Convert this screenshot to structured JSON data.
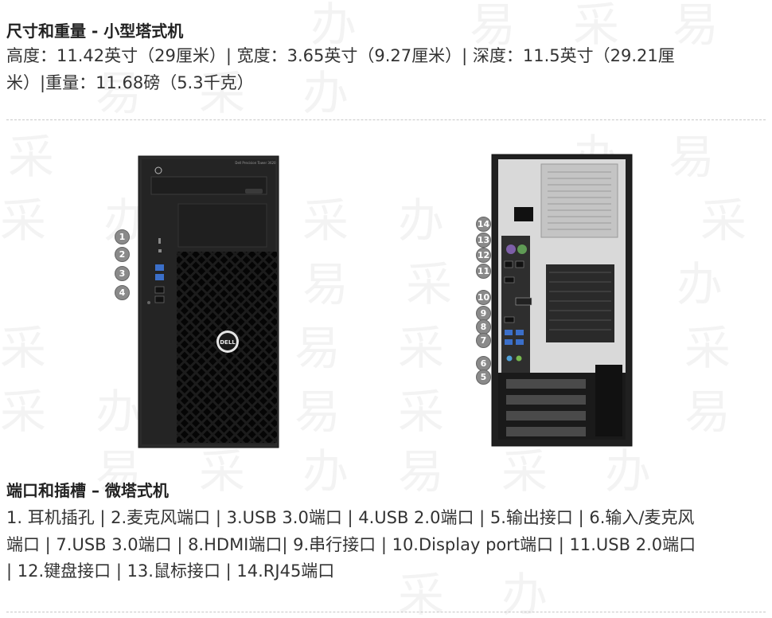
{
  "watermark": {
    "chars": [
      "易",
      "采",
      "办"
    ]
  },
  "dimensions": {
    "heading": "尺寸和重量 - 小型塔式机",
    "line1": "高度：11.42英寸（29厘米）| 宽度：3.65英寸（9.27厘米）| 深度：11.5英寸（29.21厘",
    "line2": "米）|重量：11.68磅（5.3千克）"
  },
  "front_view": {
    "brand_logo": "DELL",
    "model_label": "Dell Precision Tower 3620",
    "callouts": [
      "1",
      "2",
      "3",
      "4"
    ]
  },
  "rear_view": {
    "callouts": [
      "14",
      "13",
      "12",
      "11",
      "10",
      "9",
      "8",
      "7",
      "6",
      "5"
    ]
  },
  "ports": {
    "heading": "端口和插槽 – 微塔式机",
    "line1": "1. 耳机插孔 | 2.麦克风端口 | 3.USB 3.0端口 | 4.USB 2.0端口 | 5.输出接口 | 6.输入/麦克风",
    "line2": "端口 | 7.USB 3.0端口 | 8.HDMI端口| 9.串行接口 | 10.Display port端口 | 11.USB 2.0端口",
    "line3": "| 12.键盘接口 | 13.鼠标接口 | 14.RJ45端口"
  }
}
